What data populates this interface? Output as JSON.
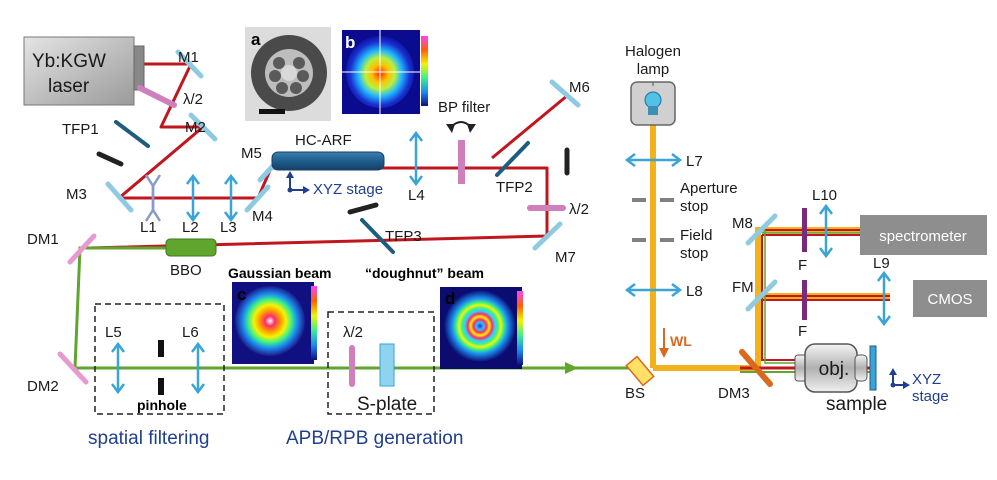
{
  "colors": {
    "red_beam": "#c0161e",
    "green_beam": "#5fa52e",
    "yellow_beam": "#f3b21b",
    "mirror": "#8ecbe3",
    "dichroic": "#e69ad0",
    "lens": "#3aa3d8",
    "dark": "#222222",
    "waveplate": "#cf7fbc",
    "grey_box": "#8e8e8e",
    "label_blue": "#1f3f8f",
    "orange": "#d8691f"
  },
  "labels": {
    "laser_line1": "Yb:KGW",
    "laser_line2": "laser",
    "m1": "M1",
    "m2": "M2",
    "m3": "M3",
    "m4": "M4",
    "m5": "M5",
    "m6": "M6",
    "m7": "M7",
    "m8": "M8",
    "half_wave": "λ/2",
    "tfp1": "TFP1",
    "tfp2": "TFP2",
    "tfp3": "TFP3",
    "l1": "L1",
    "l2": "L2",
    "l3": "L3",
    "l4": "L4",
    "l5": "L5",
    "l6": "L6",
    "l7": "L7",
    "l8": "L8",
    "l9": "L9",
    "l10": "L10",
    "hc_arf": "HC-ARF",
    "xyz_stage": "XYZ stage",
    "bp_filter": "BP filter",
    "bbo": "BBO",
    "dm1": "DM1",
    "dm2": "DM2",
    "dm3": "DM3",
    "gaussian_beam": "Gaussian beam",
    "doughnut_beam": "“doughnut” beam",
    "pinhole": "pinhole",
    "s_plate": "S-plate",
    "spatial_filtering": "spatial filtering",
    "apb_rpb": "APB/RPB generation",
    "halogen_line1": "Halogen",
    "halogen_line2": "lamp",
    "aperture_line1": "Aperture",
    "aperture_line2": "stop",
    "field_line1": "Field",
    "field_line2": "stop",
    "wl": "WL",
    "bs": "BS",
    "fm": "FM",
    "f": "F",
    "spectrometer": "spectrometer",
    "cmos": "CMOS",
    "obj": "obj.",
    "sample": "sample",
    "xyz": "XYZ",
    "stage": "stage",
    "inset_a": "a",
    "inset_b": "b",
    "inset_c": "c",
    "inset_d": "d"
  }
}
